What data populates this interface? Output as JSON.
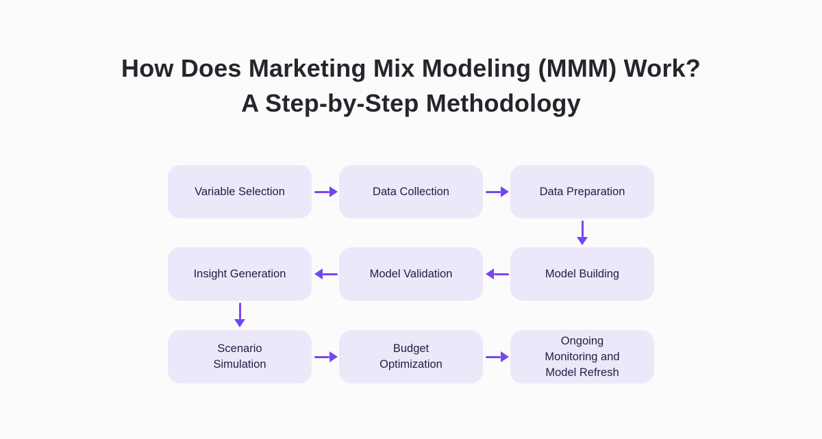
{
  "title": {
    "line1": "How Does Marketing Mix Modeling (MMM) Work?",
    "line2": "A Step-by-Step Methodology"
  },
  "colors": {
    "background": "#fbfbfb",
    "box_fill": "#ece8fa",
    "box_text": "#201c44",
    "title_text": "#26252b",
    "arrow": "#7546ef"
  },
  "flow": {
    "grid": {
      "rows": [
        {
          "cells": [
            "Variable Selection",
            "Data Collection",
            "Data Preparation"
          ]
        },
        {
          "cells": [
            "Insight Generation",
            "Model Validation",
            "Model Building"
          ]
        },
        {
          "cells": [
            "Scenario\nSimulation",
            "Budget\nOptimization",
            "Ongoing\nMonitoring and\nModel Refresh"
          ]
        }
      ]
    },
    "connections": [
      {
        "from": "Variable Selection",
        "to": "Data Collection",
        "direction": "right"
      },
      {
        "from": "Data Collection",
        "to": "Data Preparation",
        "direction": "right"
      },
      {
        "from": "Data Preparation",
        "to": "Model Building",
        "direction": "down"
      },
      {
        "from": "Model Building",
        "to": "Model Validation",
        "direction": "left"
      },
      {
        "from": "Model Validation",
        "to": "Insight Generation",
        "direction": "left"
      },
      {
        "from": "Insight Generation",
        "to": "Scenario Simulation",
        "direction": "down"
      },
      {
        "from": "Scenario Simulation",
        "to": "Budget Optimization",
        "direction": "right"
      },
      {
        "from": "Budget Optimization",
        "to": "Ongoing Monitoring and Model Refresh",
        "direction": "right"
      }
    ]
  }
}
